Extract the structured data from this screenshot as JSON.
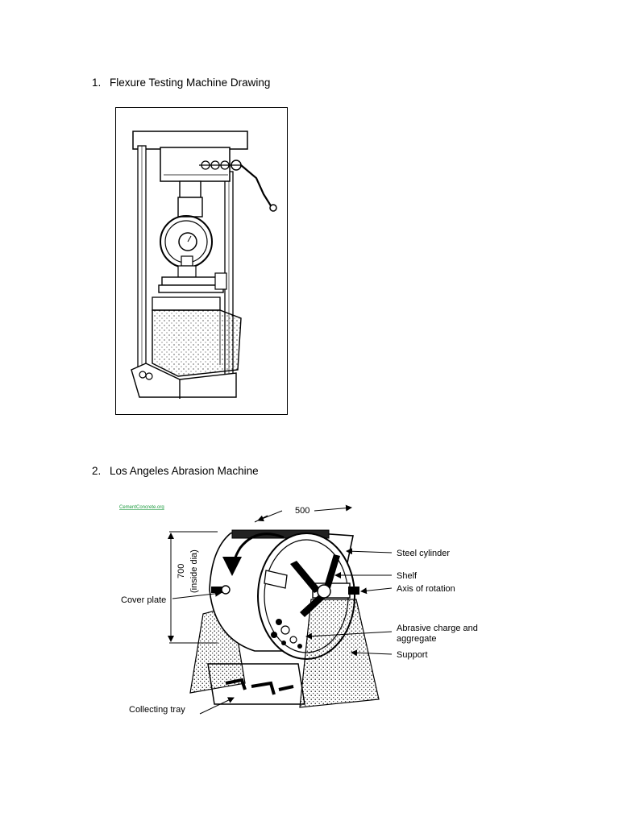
{
  "section1": {
    "number": "1.",
    "title": "Flexure Testing Machine Drawing"
  },
  "section2": {
    "number": "2.",
    "title": "Los Angeles Abrasion Machine"
  },
  "abrasion_figure": {
    "watermark": "CementConcrete.org",
    "dimension_width": "500",
    "dimension_height": "700",
    "dimension_height_note": "(inside dia)",
    "labels": {
      "steel_cylinder": "Steel cylinder",
      "shelf": "Shelf",
      "axis_of_rotation": "Axis of rotation",
      "abrasive_line1": "Abrasive charge and",
      "abrasive_line2": "aggregate",
      "support": "Support",
      "cover_plate": "Cover plate",
      "collecting_tray": "Collecting tray"
    }
  }
}
